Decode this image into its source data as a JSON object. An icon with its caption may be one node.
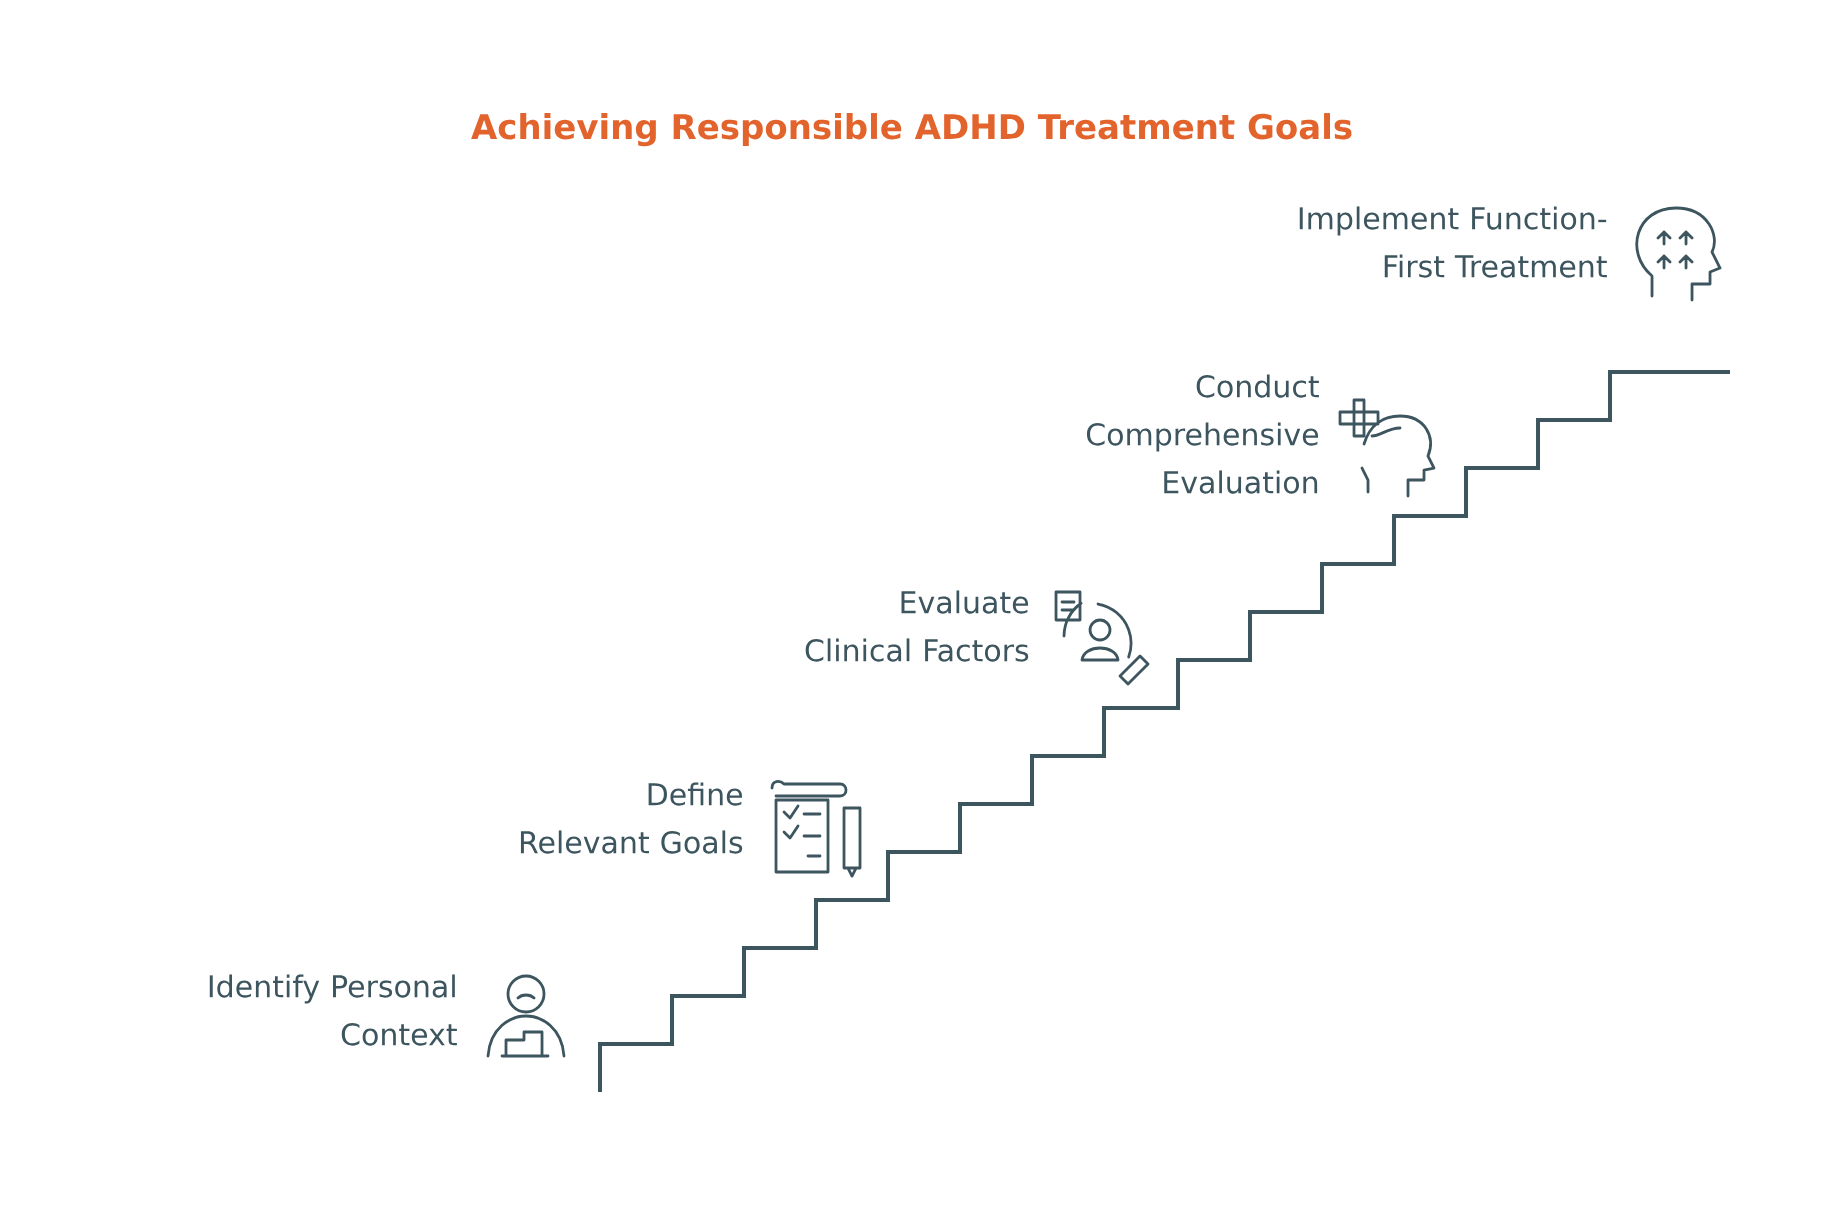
{
  "diagram": {
    "title": "Achieving Responsible ADHD Treatment Goals",
    "labels": [
      "Implement Function- First Treatment",
      "Conduct Comprehensive Evaluation",
      "Evaluate Clinical Factors",
      "Define Relevant Goals",
      "Identify Personal Context"
    ]
  }
}
